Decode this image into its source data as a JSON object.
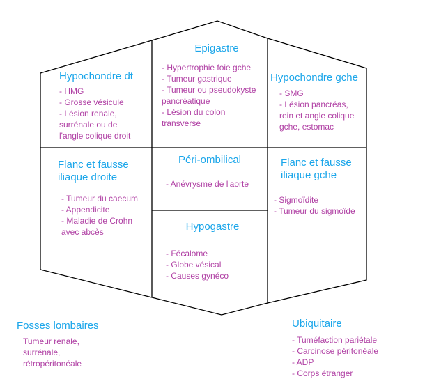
{
  "regions": {
    "hypochondre_dt": {
      "title": [
        "Hypochondre dt"
      ],
      "items": [
        "- HMG",
        "- Grosse vésicule",
        "- Lésion renale,",
        "surrénale ou de",
        "l'angle colique droit"
      ]
    },
    "epigastre": {
      "title": [
        "Epigastre"
      ],
      "items": [
        "- Hypertrophie foie gche",
        "- Tumeur gastrique",
        "- Tumeur ou pseudokyste",
        "pancréatique",
        "- Lésion du colon",
        "transverse"
      ]
    },
    "hypochondre_gche": {
      "title": [
        "Hypochondre gche"
      ],
      "items": [
        "- SMG",
        "- Lésion pancréas,",
        "rein et angle colique",
        "gche, estomac"
      ]
    },
    "flanc_dt": {
      "title": [
        "Flanc et fausse",
        "iliaque droite"
      ],
      "items": [
        "- Tumeur du caecum",
        "- Appendicite",
        "- Maladie de Crohn",
        "avec abcès"
      ]
    },
    "peri_ombilical": {
      "title": [
        "Péri-ombilical"
      ],
      "items": [
        "- Anévrysme de l'aorte"
      ]
    },
    "flanc_gche": {
      "title": [
        "Flanc et fausse",
        "iliaque gche"
      ],
      "items": [
        "- Sigmoïdite",
        "- Tumeur du sigmoïde"
      ]
    },
    "hypogastre": {
      "title": [
        "Hypogastre"
      ],
      "items": [
        "- Fécalome",
        "- Globe vésical",
        "- Causes gynéco"
      ]
    },
    "fosses_lombaires": {
      "title": [
        "Fosses lombaires"
      ],
      "items": [
        "Tumeur renale,",
        "surrénale,",
        "rétropéritonéale"
      ]
    },
    "ubiquitaire": {
      "title": [
        "Ubiquitaire"
      ],
      "items": [
        "- Tuméfaction pariétale",
        "- Carcinose péritonéale",
        "- ADP",
        "- Corps étranger"
      ]
    }
  },
  "colors": {
    "title": "#1ba6ea",
    "item": "#b040a4",
    "line": "#000000"
  }
}
